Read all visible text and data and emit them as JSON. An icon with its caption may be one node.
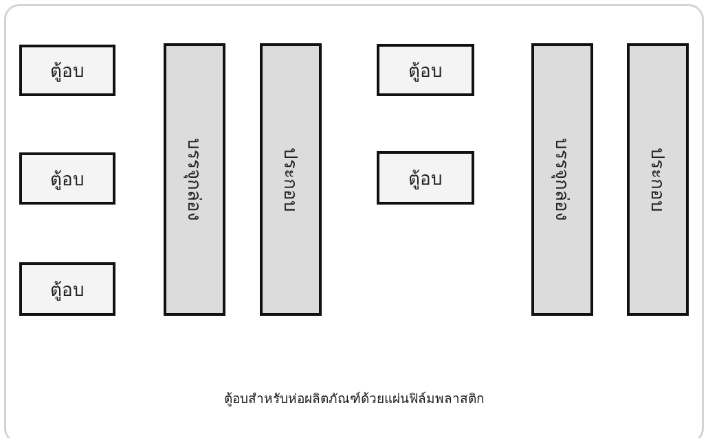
{
  "diagram": {
    "caption": "ตู้อบสำหรับห่อผลิตภัณฑ์ด้วยแผ่นฟิล์มพลาสติก",
    "nodes": [
      {
        "text": [
          "ตู้อบ"
        ]
      },
      {
        "text": [
          "ตู้อบ"
        ]
      },
      {
        "text": [
          "ตู้อบ"
        ]
      },
      {
        "text": [
          "บรรจุกล่อง"
        ]
      },
      {
        "text": [
          "ประกอบ"
        ]
      },
      {
        "text": [
          "ตู้อบ"
        ]
      },
      {
        "text": [
          "ตู้อบ"
        ]
      },
      {
        "text": [
          "บรรจุกล่อง"
        ]
      },
      {
        "text": [
          "ประกอบ"
        ]
      }
    ]
  }
}
